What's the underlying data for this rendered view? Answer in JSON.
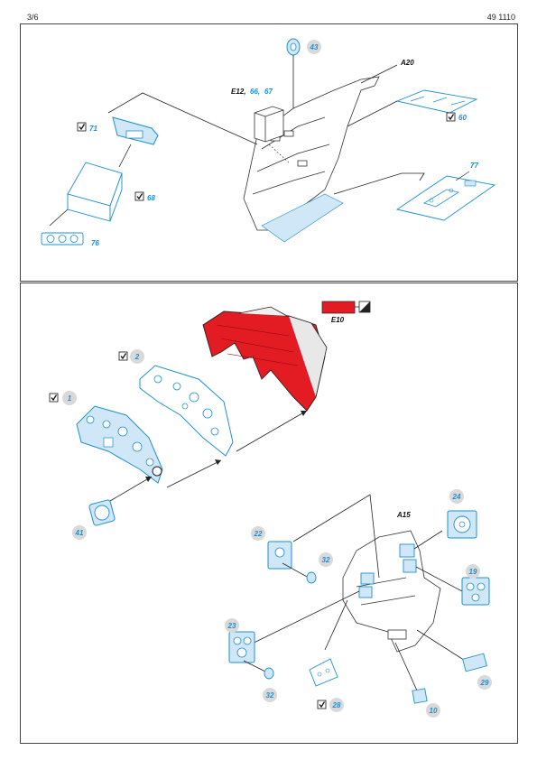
{
  "header": {
    "page": "3/6",
    "code": "49 1110"
  },
  "top_panel": {
    "parts": {
      "p43": "43",
      "a20": "A20",
      "e12_prefix": "E12,",
      "e12_66": "66,",
      "e12_67": "67",
      "p71": "71",
      "p68": "68",
      "p76": "76",
      "p60": "60",
      "p77": "77"
    }
  },
  "bottom_panel": {
    "parts": {
      "e10": "E10",
      "p2": "2",
      "p1": "1",
      "p41": "41",
      "a15": "A15",
      "p24": "24",
      "p22": "22",
      "p32a": "32",
      "p19": "19",
      "p23": "23",
      "p32b": "32",
      "p28": "28",
      "p29": "29",
      "p10": "10"
    }
  },
  "colors": {
    "accent_blue": "#1e8fd0",
    "fill_blue": "#cfe7f6",
    "red": "#e31b23",
    "gray_num": "#d9d9d9"
  }
}
